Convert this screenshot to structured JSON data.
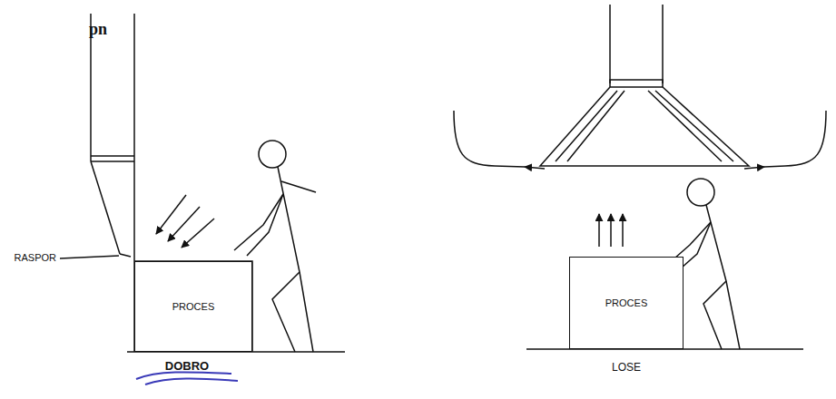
{
  "diagram": {
    "nodes": [
      {
        "text": [
          "PROCES"
        ]
      },
      {
        "text": [
          "PROCES"
        ]
      }
    ],
    "labels": [
      "pn",
      "RASPOR",
      "DOBRO",
      "LOSE"
    ]
  }
}
